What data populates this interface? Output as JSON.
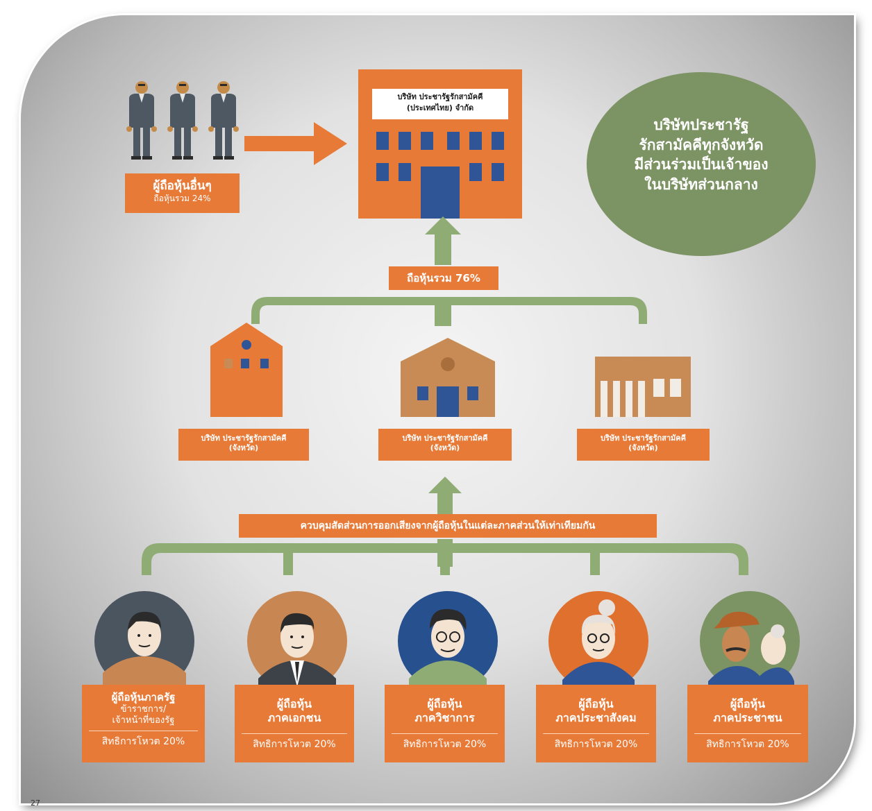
{
  "other_shareholders": {
    "title": "ผู้ถือหุ้นอื่นๆ",
    "share": "ถือหุ้นรวม 24%"
  },
  "central_company": {
    "line1": "บริษัท ประชารัฐรักสามัคคี",
    "line2": "(ประเทศไทย) จำกัด"
  },
  "green_circle": {
    "lines": [
      "บริษัทประชารัฐ",
      "รักสามัคคีทุกจังหวัด",
      "มีส่วนร่วมเป็นเจ้าของ",
      "ในบริษัทส่วนกลาง"
    ]
  },
  "share_total_label": "ถือหุ้นรวม 76%",
  "province_companies": [
    {
      "line1": "บริษัท ประชารัฐรักสามัคคี",
      "line2": "(จังหวัด)"
    },
    {
      "line1": "บริษัท ประชารัฐรักสามัคคี",
      "line2": "(จังหวัด)"
    },
    {
      "line1": "บริษัท ประชารัฐรักสามัคคี",
      "line2": "(จังหวัด)"
    }
  ],
  "voting_control_label": "ควบคุมสัดส่วนการออกเสียงจากผู้ถือหุ้นในแต่ละภาคส่วนให้เท่าเทียมกัน",
  "sector_shareholders": [
    {
      "title": "ผู้ถือหุ้นภาครัฐ",
      "sub1": "ข้าราชการ/",
      "sub2": "เจ้าหน้าที่ของรัฐ",
      "vote": "สิทธิการโหวต 20%",
      "bg": "#4a5560"
    },
    {
      "title": "ผู้ถือหุ้น",
      "sub1": "ภาคเอกชน",
      "sub2": "",
      "vote": "สิทธิการโหวต 20%",
      "bg": "#c88652"
    },
    {
      "title": "ผู้ถือหุ้น",
      "sub1": "ภาควิชาการ",
      "sub2": "",
      "vote": "สิทธิการโหวต 20%",
      "bg": "#27508f"
    },
    {
      "title": "ผู้ถือหุ้น",
      "sub1": "ภาคประชาสังคม",
      "sub2": "",
      "vote": "สิทธิการโหวต 20%",
      "bg": "#e0702e"
    },
    {
      "title": "ผู้ถือหุ้น",
      "sub1": "ภาคประชาชน",
      "sub2": "",
      "vote": "สิทธิการโหวต 20%",
      "bg": "#7c9364"
    }
  ],
  "page_number": "27",
  "colors": {
    "orange": "#e87a38",
    "green_arrow": "#8fac75",
    "navy": "#2f5597",
    "green_circle": "#7c9364"
  }
}
